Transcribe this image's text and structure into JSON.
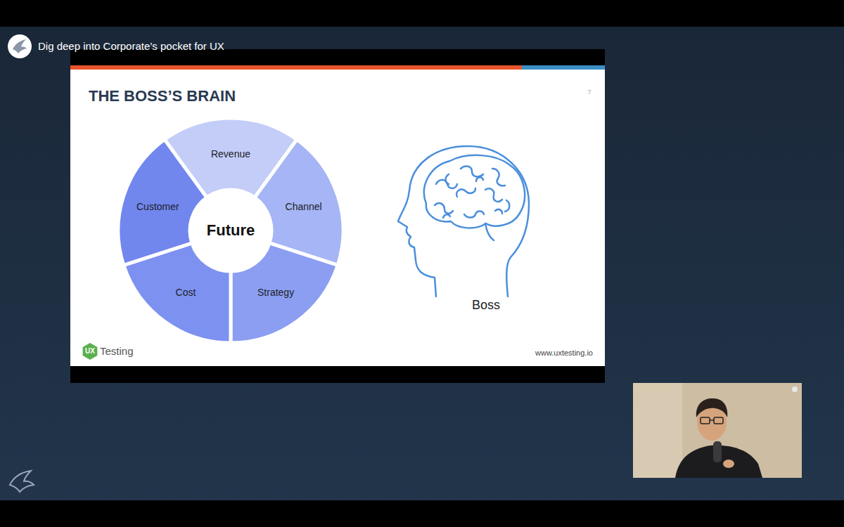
{
  "diagram": {
    "title": "THE BOSS’S BRAIN",
    "nodes": [
      {
        "text": [
          "Revenue"
        ]
      },
      {
        "text": [
          "Channel"
        ]
      },
      {
        "text": [
          "Strategy"
        ]
      },
      {
        "text": [
          "Cost"
        ]
      },
      {
        "text": [
          "Customer"
        ]
      },
      {
        "text": [
          "Future"
        ]
      }
    ],
    "labels": [
      "Dig deep into Corporate’s pocket for UX",
      "7",
      "Boss",
      "UX",
      "Testing",
      "www.uxtesting.io"
    ]
  }
}
